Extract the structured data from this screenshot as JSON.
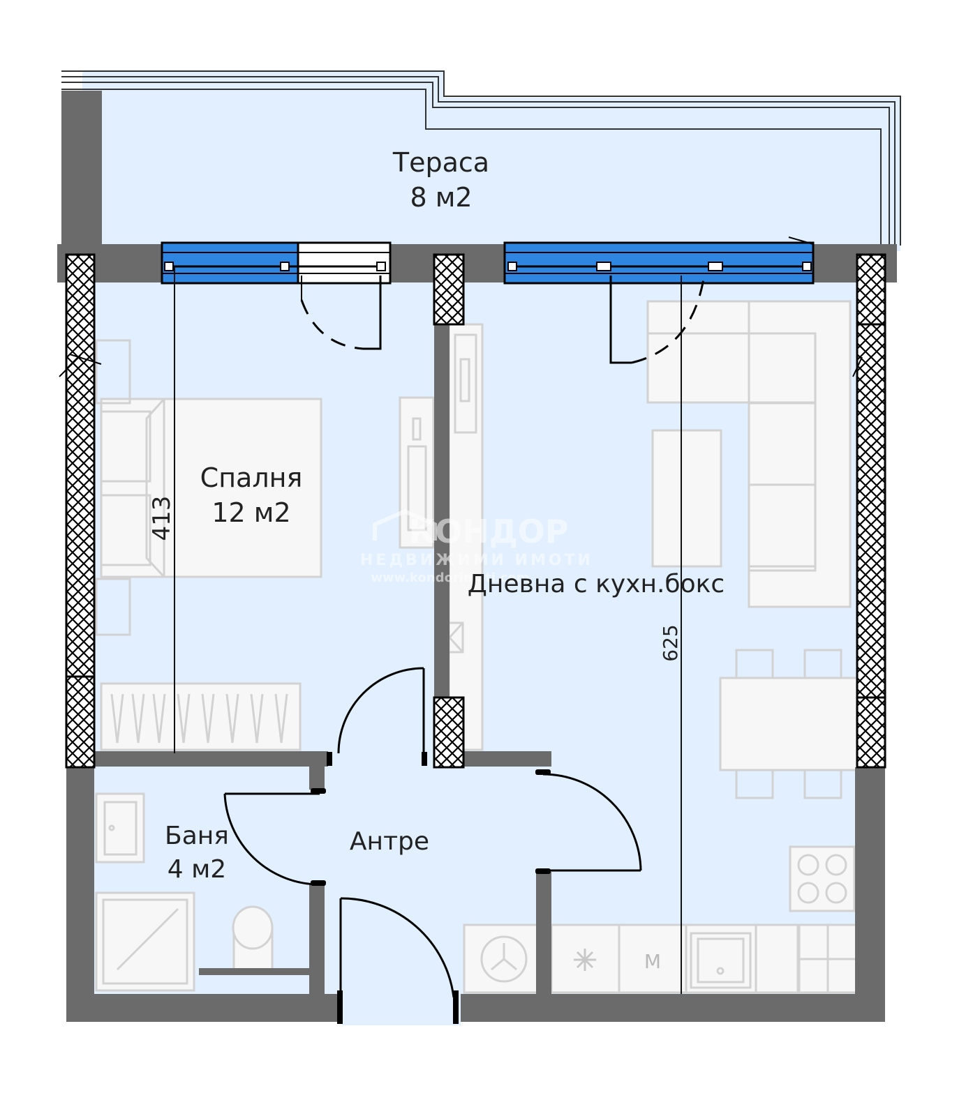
{
  "plan": {
    "colors": {
      "floor": "#e1efff",
      "wall": "#6b6b6b",
      "glass": "#2e86e0",
      "hatch": "#000000"
    },
    "rooms": {
      "terrace": {
        "name": "Тераса",
        "area": "8 м2"
      },
      "bedroom": {
        "name": "Спалня",
        "area": "12 м2"
      },
      "living": {
        "name": "Дневна с кухн.бокс"
      },
      "bathroom": {
        "name": "Баня",
        "area": "4 м2"
      },
      "hall": {
        "name": "Антре"
      }
    },
    "dimensions": {
      "bedroom_length": "413",
      "living_length": "625"
    },
    "appliance_labels": {
      "microwave": "M"
    },
    "watermark": {
      "brand": "КОНДОР",
      "tagline": "НЕДВИЖИМИ ИМОТИ",
      "site": "www.kondorimoti.com"
    }
  }
}
